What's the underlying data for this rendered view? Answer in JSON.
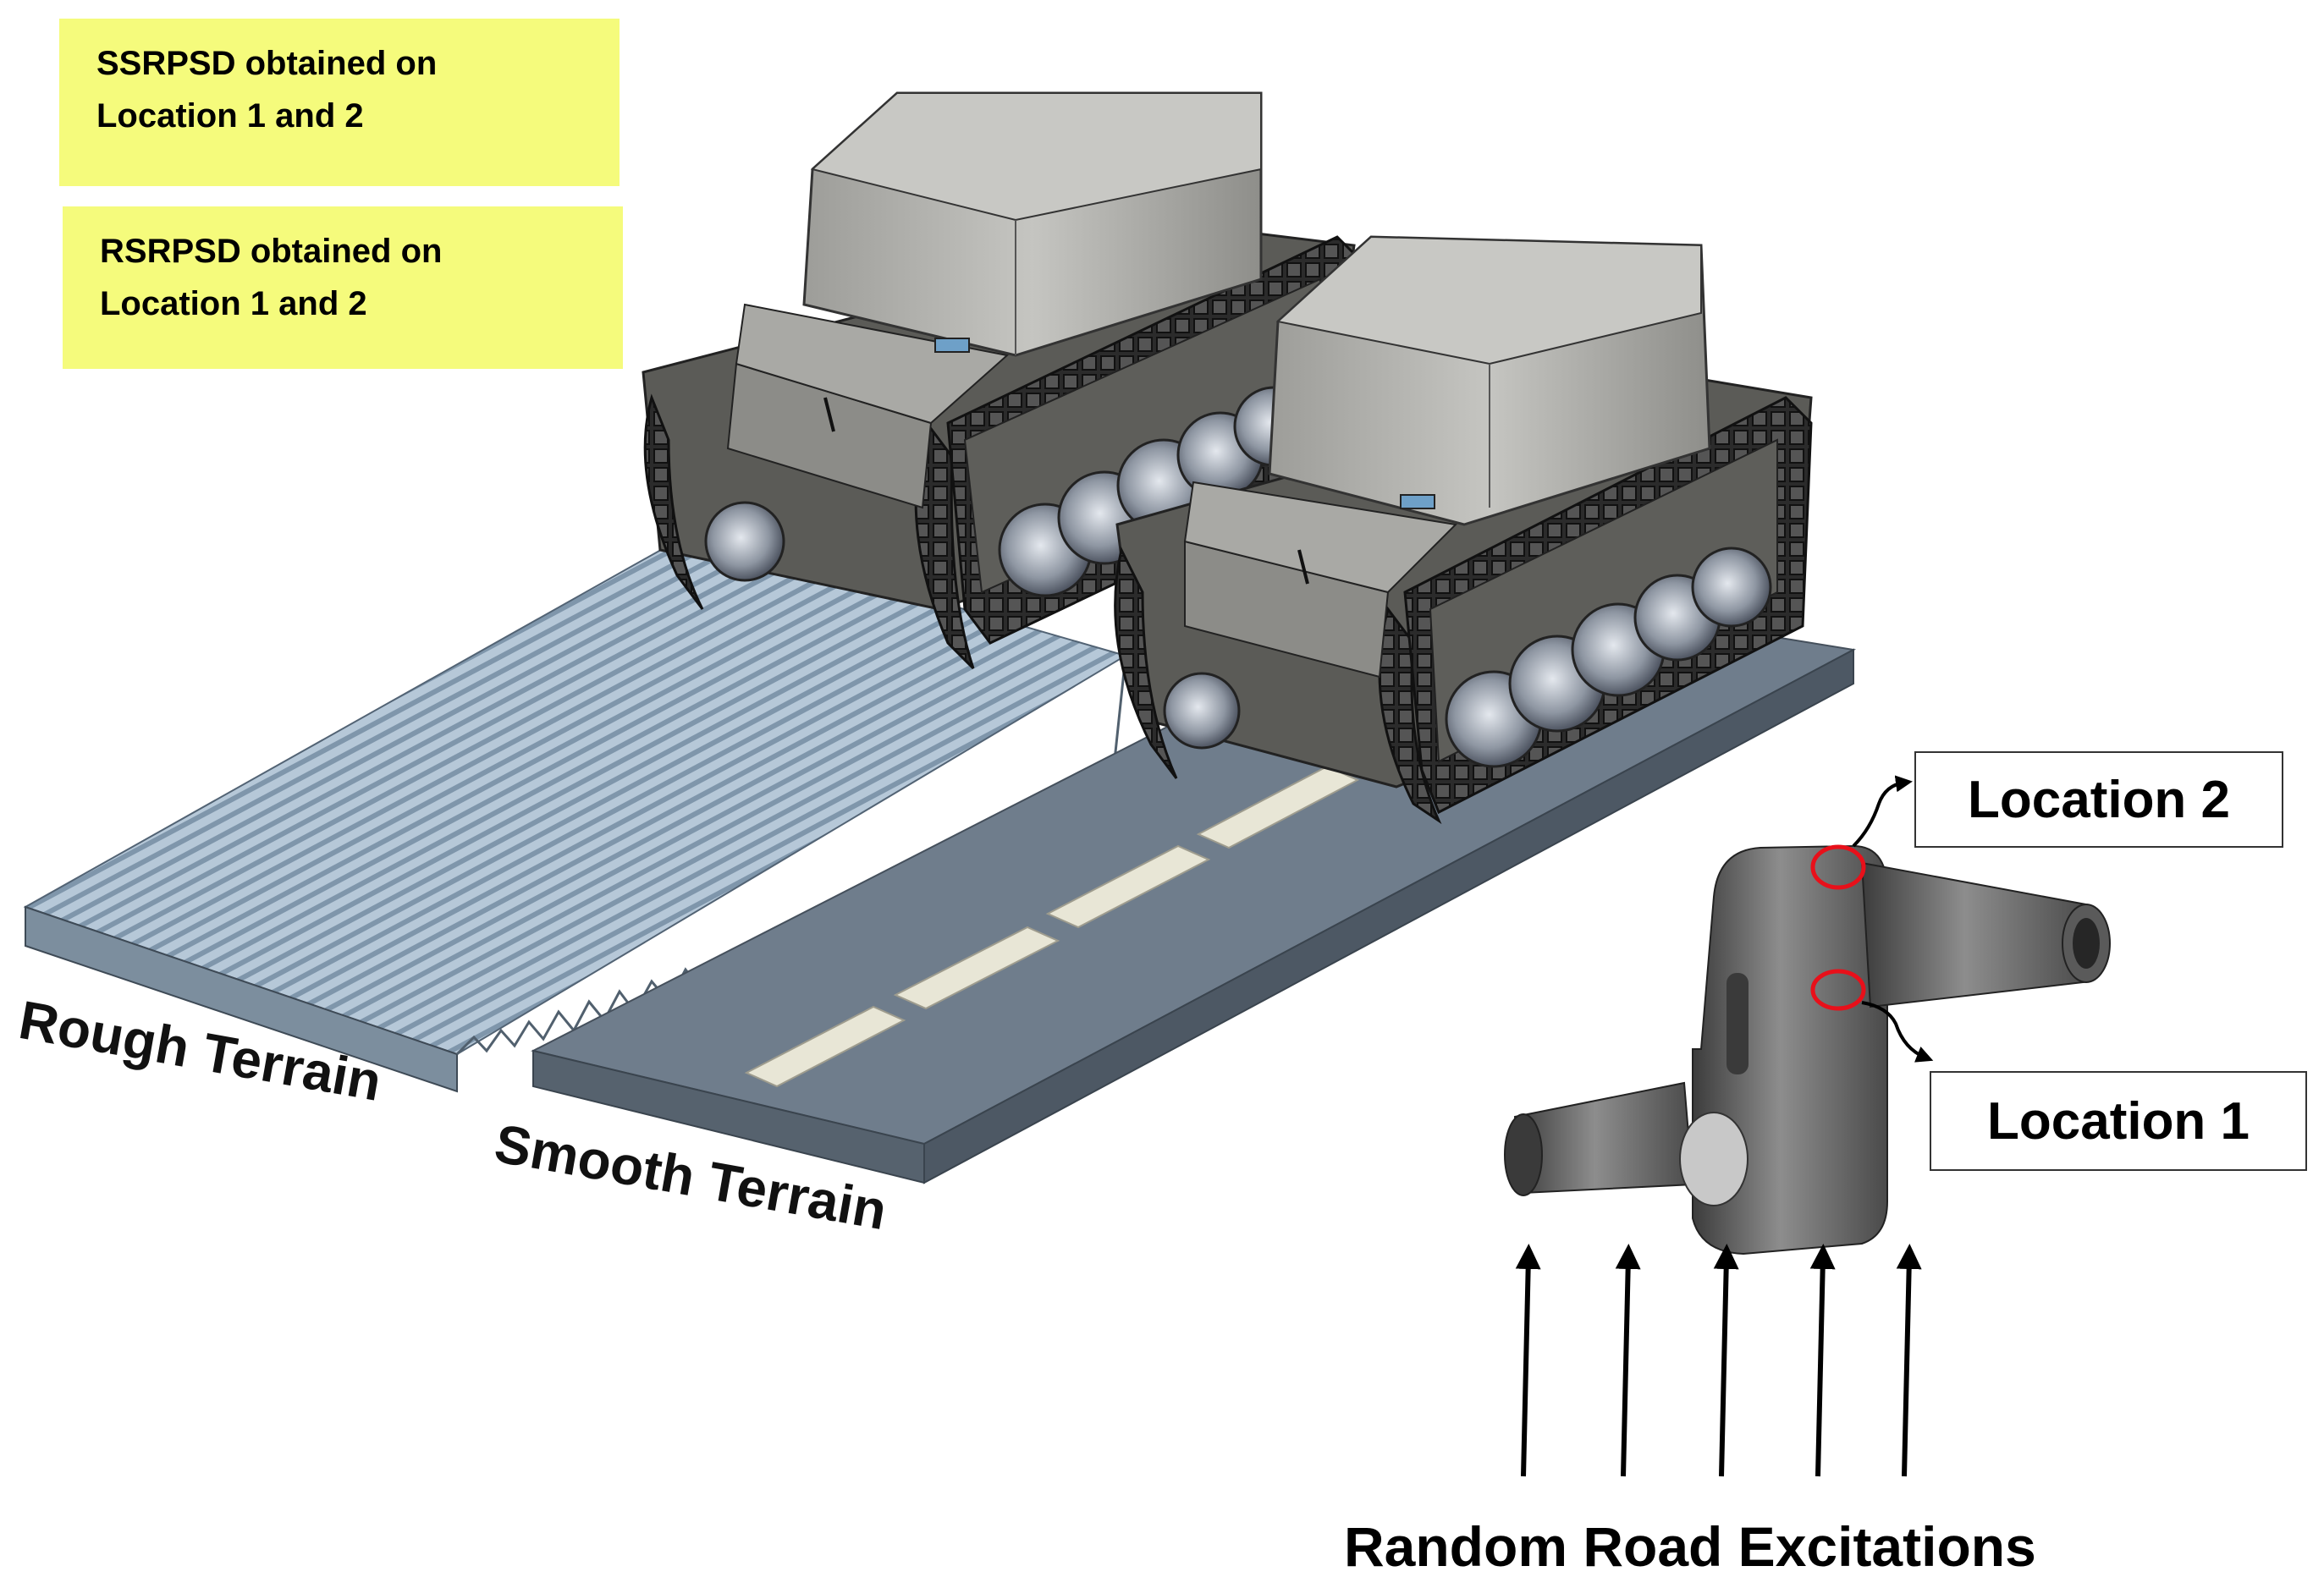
{
  "notes": {
    "ssrpsd": [
      "SSRPSD obtained on",
      "Location 1 and 2"
    ],
    "rsrpsd": [
      "RSRPSD obtained on",
      "Location 1 and 2"
    ]
  },
  "terrain": {
    "rough_label": "Rough Terrain",
    "smooth_label": "Smooth Terrain"
  },
  "locations": {
    "location_2": "Location 2",
    "location_1": "Location 1"
  },
  "excitation_label": "Random Road Excitations",
  "colors": {
    "note_fill": "#f5fb7c",
    "marker": "#e8101a",
    "vehicle_hull": "#8a8a86",
    "road": "#6f7d8c",
    "rough_terrain": "#a9bccd"
  }
}
